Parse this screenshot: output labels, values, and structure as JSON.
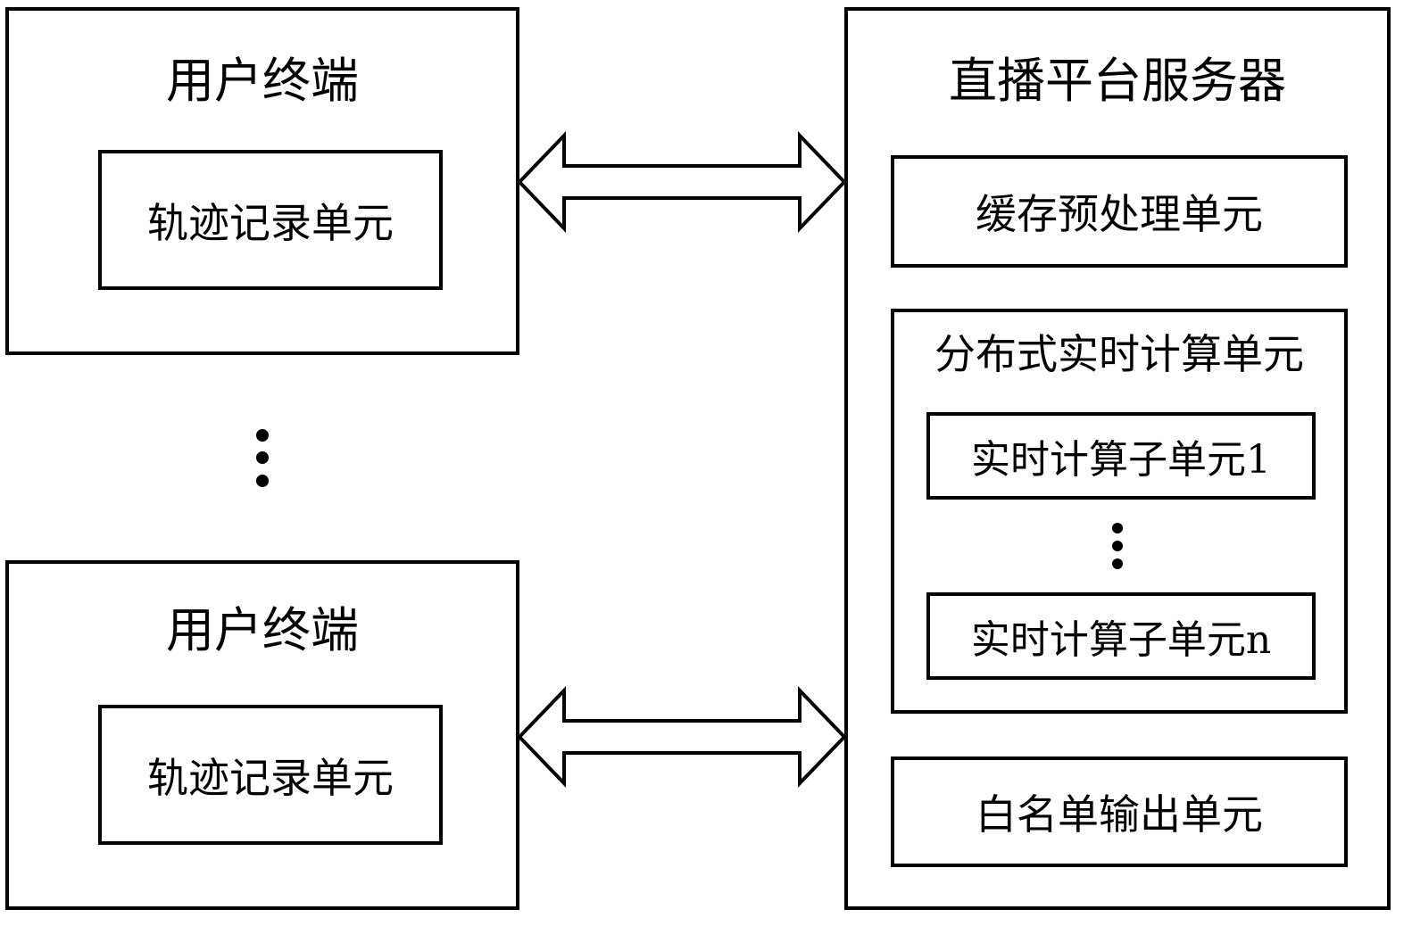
{
  "user_terminal_top": {
    "title": "用户终端",
    "unit": "轨迹记录单元"
  },
  "user_terminal_bottom": {
    "title": "用户终端",
    "unit": "轨迹记录单元"
  },
  "server": {
    "title": "直播平台服务器",
    "cache_unit": "缓存预处理单元",
    "distributed_unit": {
      "title": "分布式实时计算单元",
      "sub_first": "实时计算子单元1",
      "sub_last": "实时计算子单元n"
    },
    "whitelist_unit": "白名单输出单元"
  }
}
